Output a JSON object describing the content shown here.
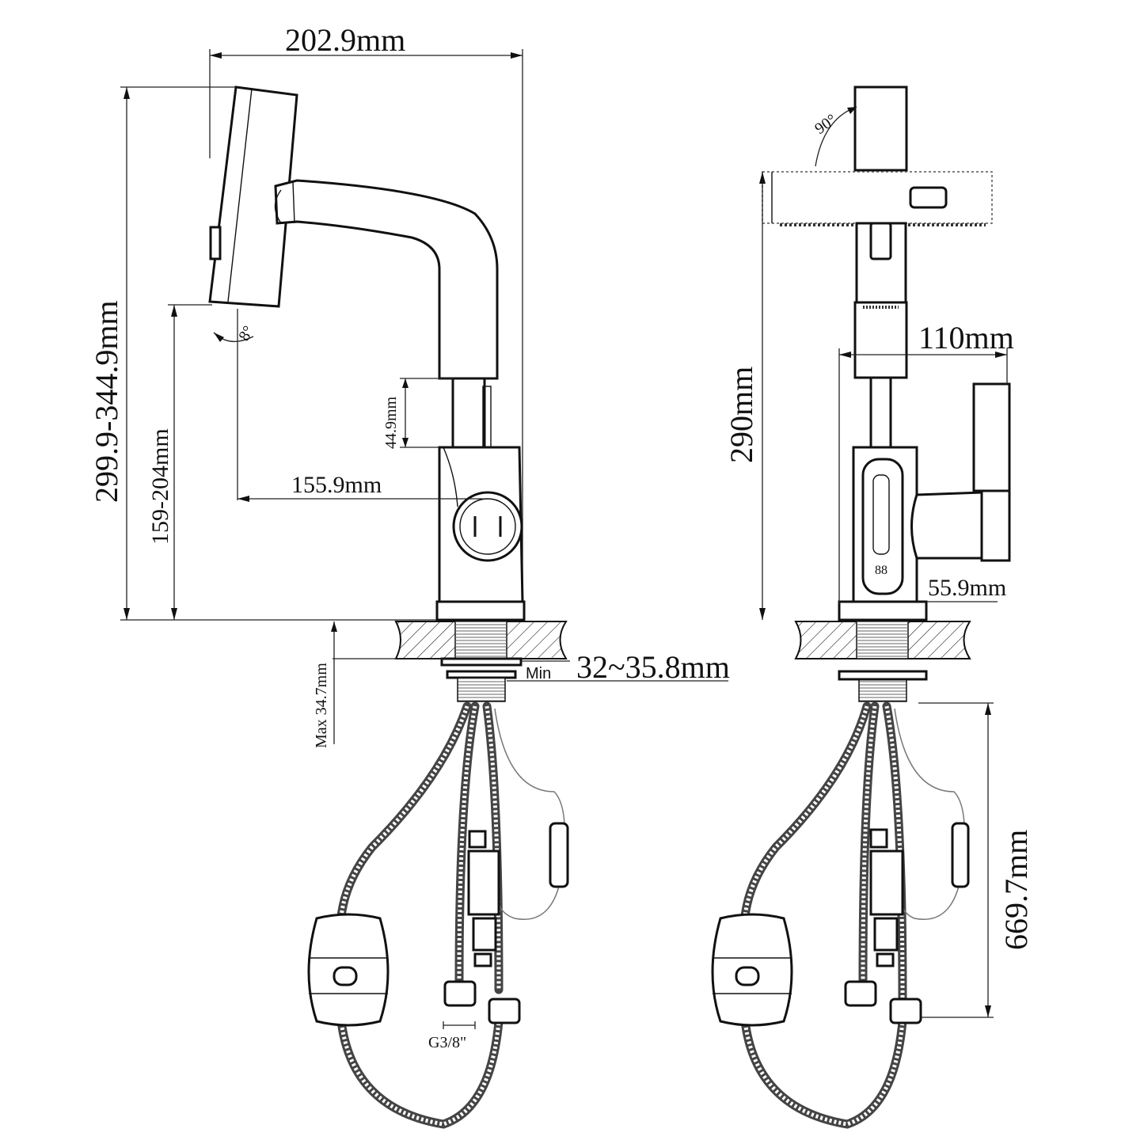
{
  "dimensions": {
    "width_top": "202.9mm",
    "total_height": "299.9-344.9mm",
    "spout_height": "159-204mm",
    "lift": "44.9mm",
    "reach": "155.9mm",
    "tilt_angle": "8°",
    "rotation_angle": "90°",
    "min_label": "Min",
    "deck_thickness": "32~35.8mm",
    "max_below_deck": "Max 34.7mm",
    "connector": "G3/8\"",
    "side_height": "290mm",
    "handle_reach": "110mm",
    "base_offset": "55.9mm",
    "hose_length": "669.7mm"
  },
  "colors": {
    "line": "#111111",
    "hose": "#444444",
    "background": "#ffffff"
  }
}
